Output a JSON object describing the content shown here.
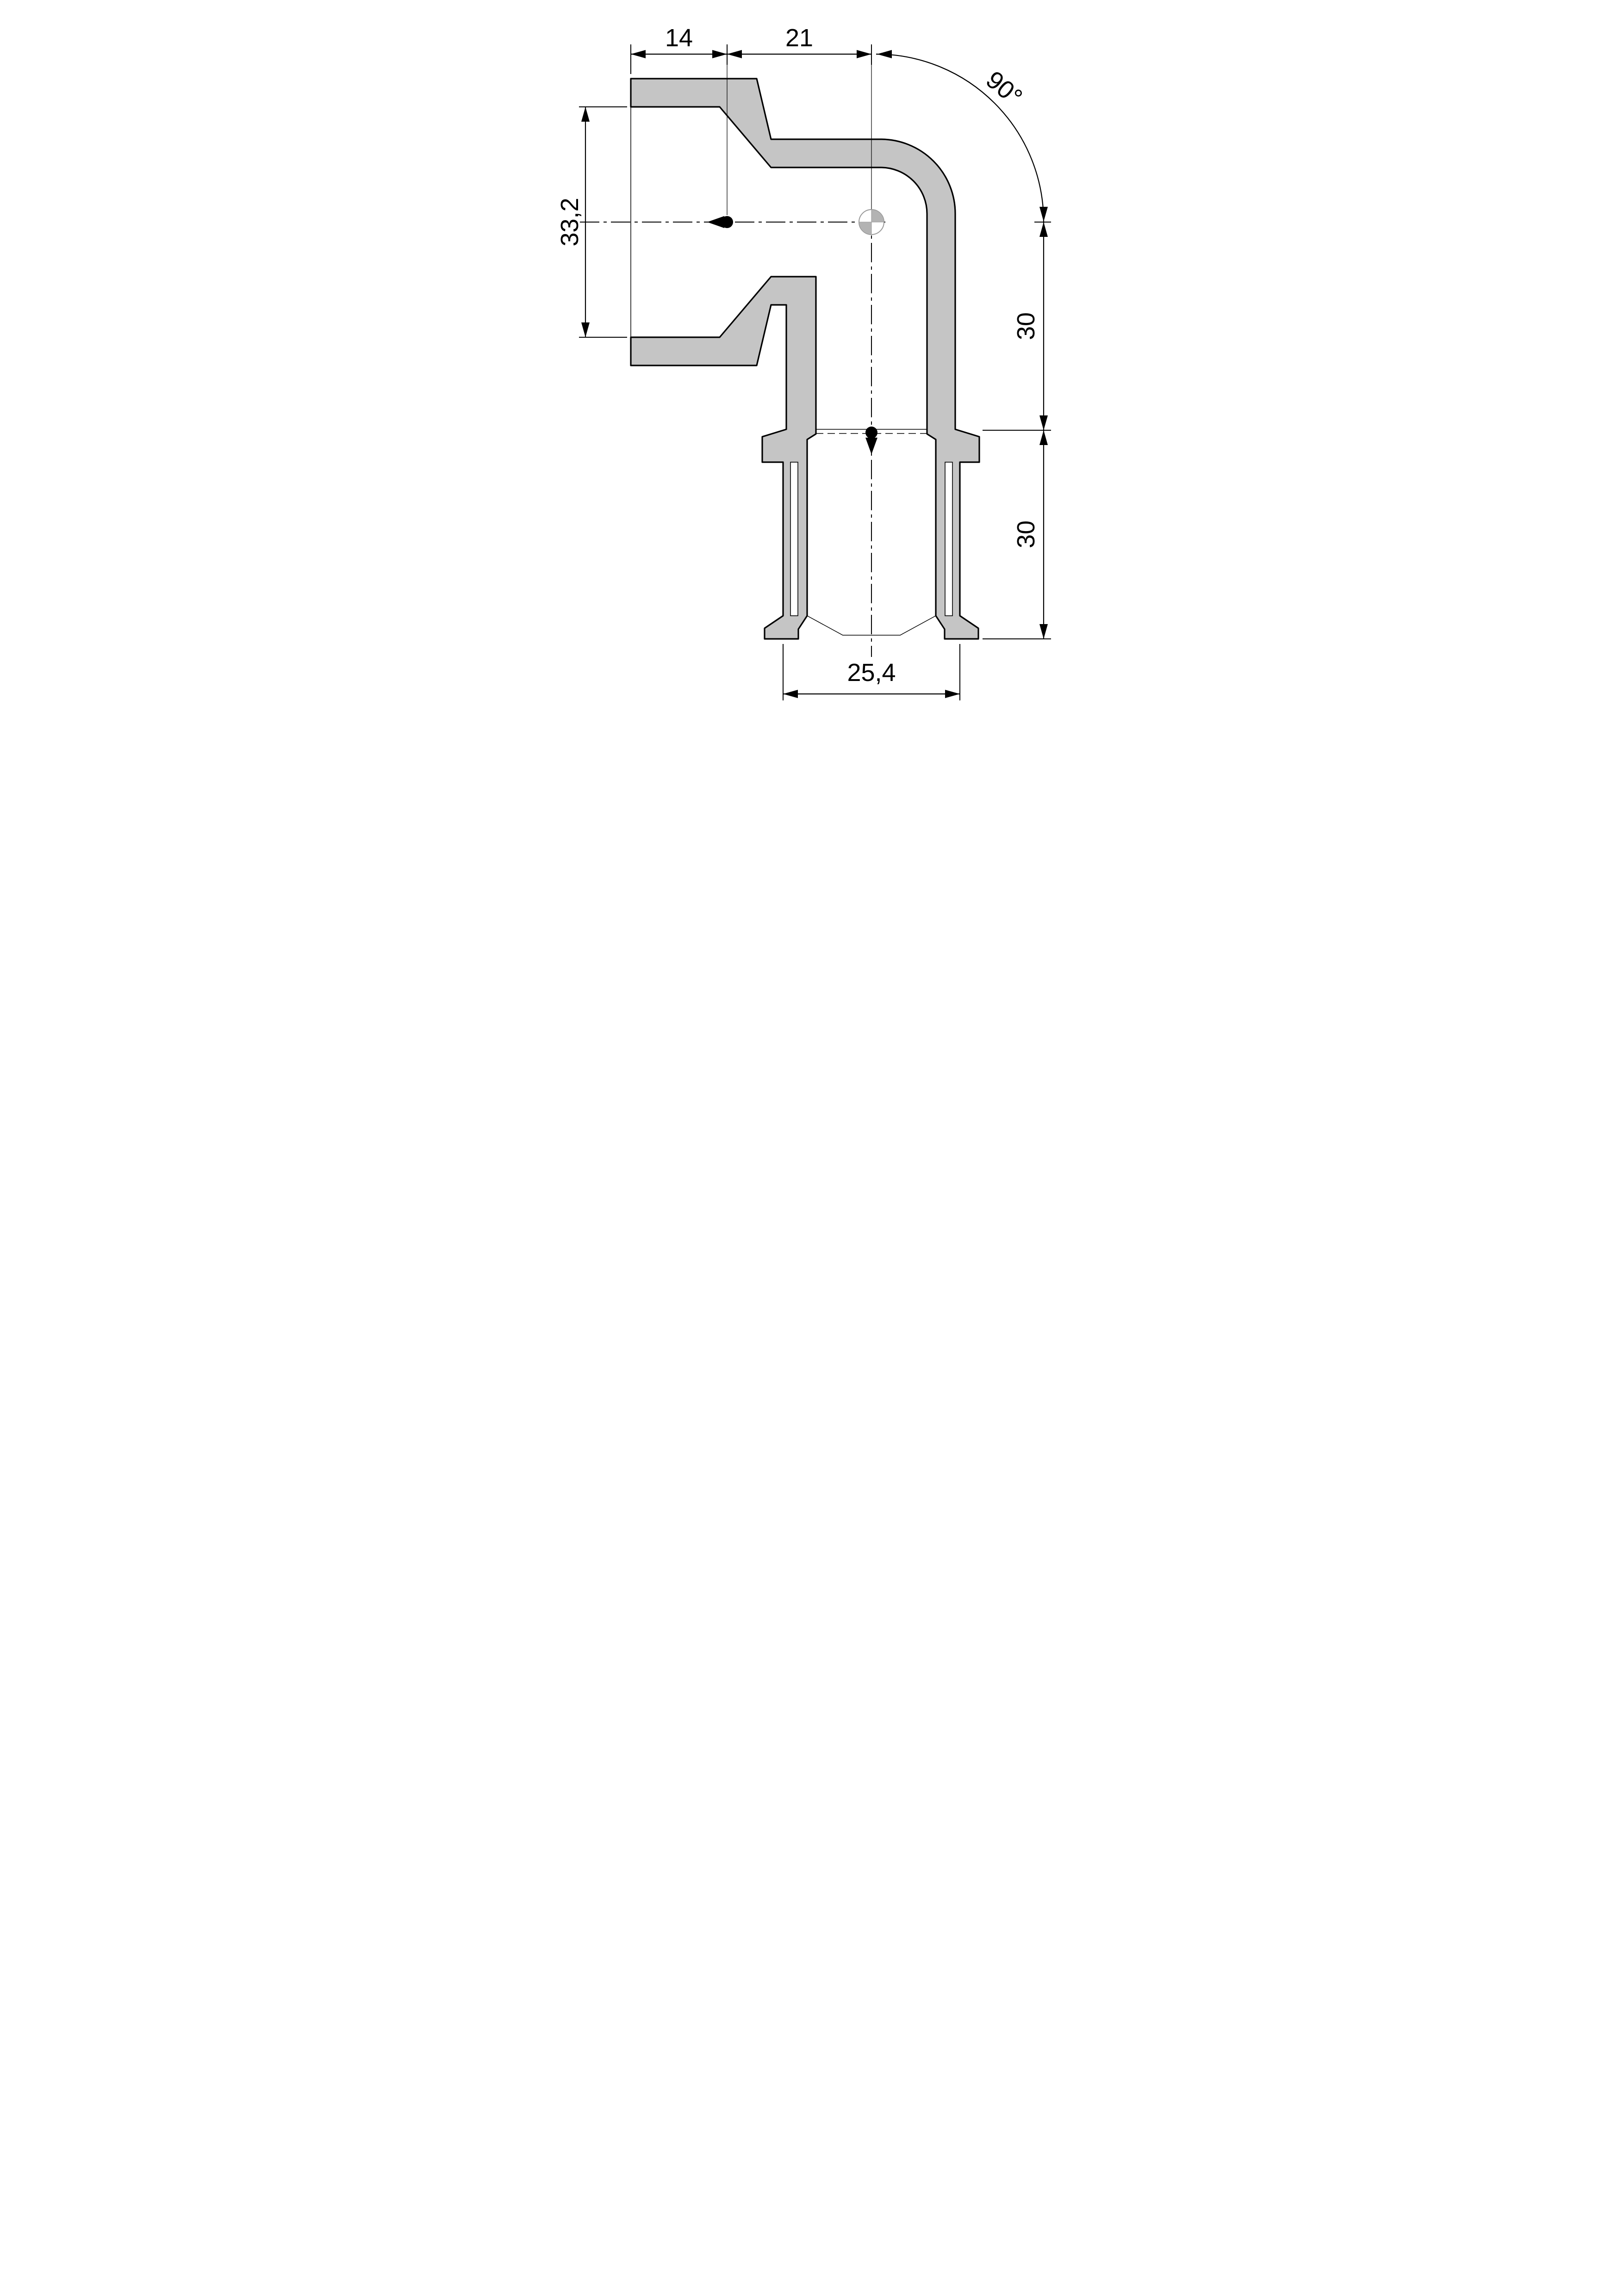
{
  "drawing": {
    "type": "technical-drawing",
    "subject": "90-degree elbow press fitting, sectional view with dimensions",
    "colors": {
      "section_fill": "#c5c5c5",
      "outline": "#000000",
      "background": "#ffffff",
      "centroid_fill": "#b3b3b3"
    },
    "dimensions": {
      "socket_depth": {
        "label": "14"
      },
      "bend_offset": {
        "label": "21"
      },
      "socket_bore_diameter": {
        "label": "33,2"
      },
      "bend_angle": {
        "label": "90°"
      },
      "leg_upper": {
        "label": "30"
      },
      "leg_lower": {
        "label": "30"
      },
      "press_end_diameter": {
        "label": "25,4"
      }
    }
  }
}
